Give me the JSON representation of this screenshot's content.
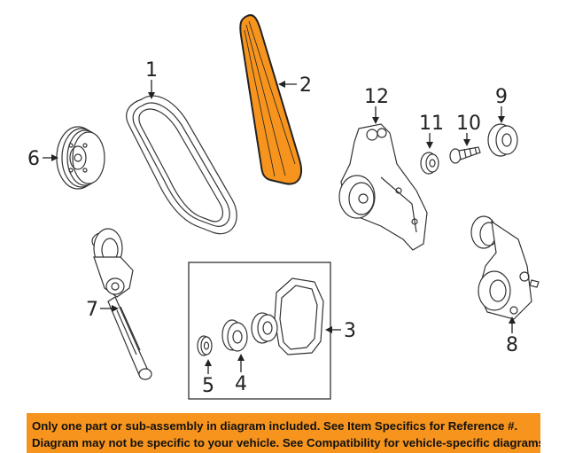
{
  "callouts": {
    "c1": "1",
    "c2": "2",
    "c3": "3",
    "c4": "4",
    "c5": "5",
    "c6": "6",
    "c7": "7",
    "c8": "8",
    "c9": "9",
    "c10": "10",
    "c11": "11",
    "c12": "12"
  },
  "highlight_color": "#f7941d",
  "notice": {
    "line1": "Only one part or sub-assembly in diagram included. See Item Specifics for Reference #.",
    "line2": "Diagram may not be specific to your vehicle. See Compatibility for vehicle-specific diagrams."
  }
}
